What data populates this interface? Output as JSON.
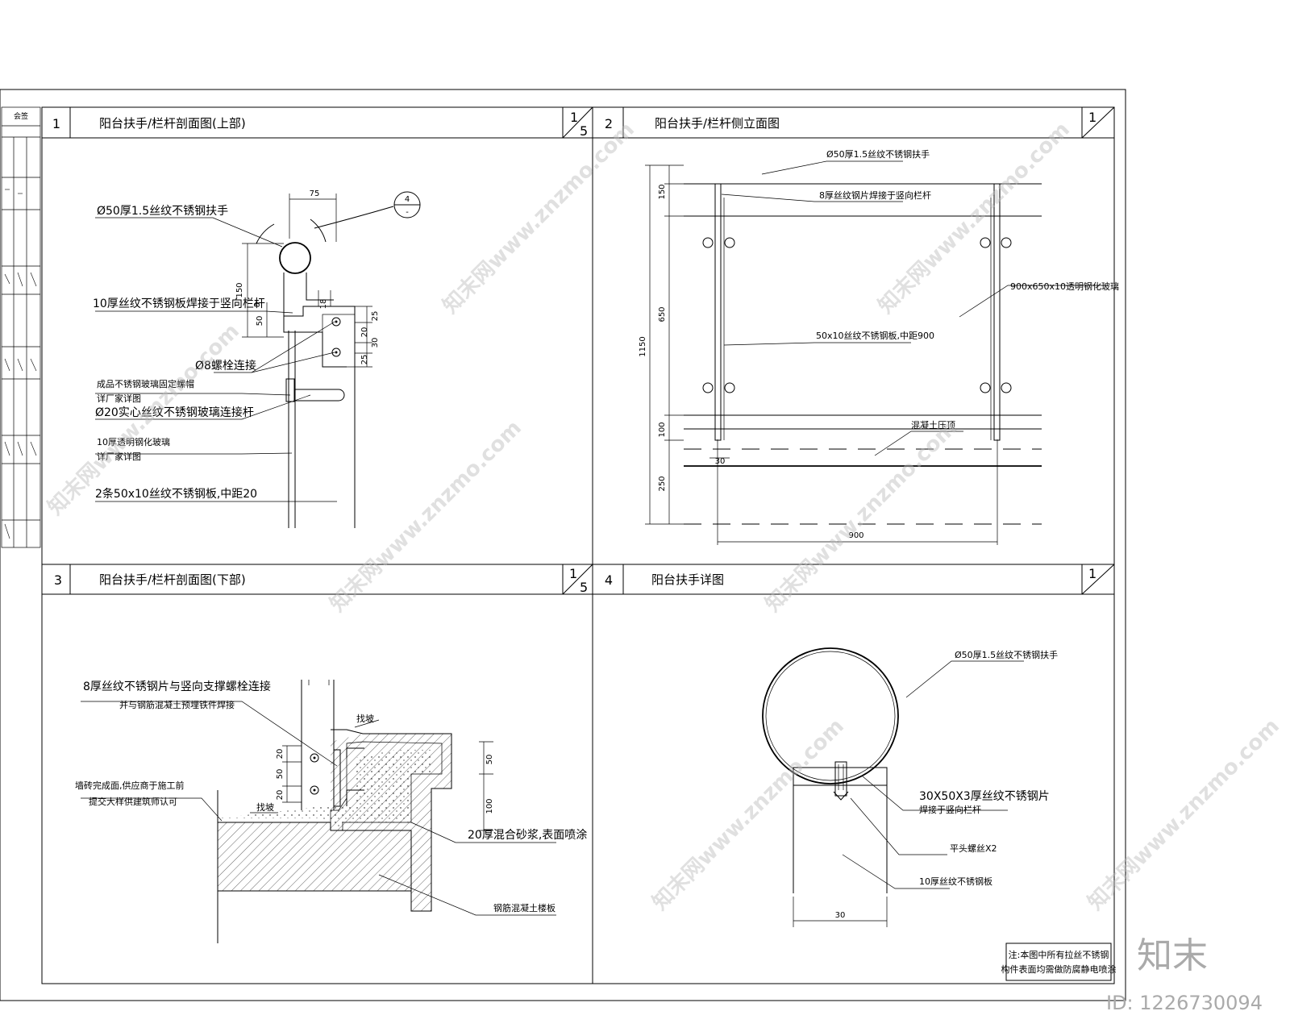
{
  "sheet": {
    "title_block": {
      "label": "会签"
    },
    "note": [
      "注:本图中所有拉丝不锈钢",
      "构件表面均需做防腐静电喷涂"
    ]
  },
  "panels": [
    {
      "index": "1",
      "title": "阳台扶手/栏杆剖面图(上部)",
      "scale": [
        "1",
        "5"
      ]
    },
    {
      "index": "2",
      "title": "阳台扶手/栏杆侧立面图",
      "scale": [
        "1",
        ""
      ]
    },
    {
      "index": "3",
      "title": "阳台扶手/栏杆剖面图(下部)",
      "scale": [
        "1",
        "5"
      ]
    },
    {
      "index": "4",
      "title": "阳台扶手详图",
      "scale": [
        "1",
        ""
      ]
    }
  ],
  "panel1": {
    "labels": [
      "Ø50厚1.5丝纹不锈钢扶手",
      "10厚丝纹不锈钢板焊接于竖向栏杆",
      "Ø8螺栓连接",
      "成品不锈钢玻璃固定螺帽",
      "详厂家详图",
      "Ø20实心丝纹不锈钢玻璃连接杆",
      "10厚透明钢化玻璃",
      "详厂家详图",
      "2条50x10丝纹不锈钢板,中距20"
    ],
    "dims": [
      "75",
      "150",
      "50",
      "8",
      "18",
      "25",
      "20",
      "30",
      "25"
    ],
    "callout": {
      "top": "4",
      "bottom": "-"
    }
  },
  "panel2": {
    "labels": [
      "Ø50厚1.5丝纹不锈钢扶手",
      "8厚丝纹钢片焊接于竖向栏杆",
      "900x650x10透明钢化玻璃",
      "50x10丝纹不锈钢板,中距900",
      "混凝土压顶"
    ],
    "dims": [
      "150",
      "650",
      "1150",
      "100",
      "250",
      "30",
      "900"
    ]
  },
  "panel3": {
    "labels": [
      "8厚丝纹不锈钢片与竖向支撑螺栓连接",
      "并与钢筋混凝土预埋铁件焊接",
      "找坡",
      "墙砖完成面,供应商于施工前",
      "提交大样供建筑师认可",
      "找坡",
      "20厚混合砂浆,表面喷涂",
      "钢筋混凝土楼板"
    ],
    "dims": [
      "20",
      "50",
      "20",
      "50",
      "100"
    ]
  },
  "panel4": {
    "labels": [
      "Ø50厚1.5丝纹不锈钢扶手",
      "30X50X3厚丝纹不锈钢片",
      "焊接于竖向栏杆",
      "平头螺丝X2",
      "10厚丝纹不锈钢板"
    ],
    "dims": [
      "30"
    ]
  },
  "watermark": {
    "text": "知末网www.znzmo.com",
    "logo": "知末",
    "id": "ID: 1226730094"
  }
}
